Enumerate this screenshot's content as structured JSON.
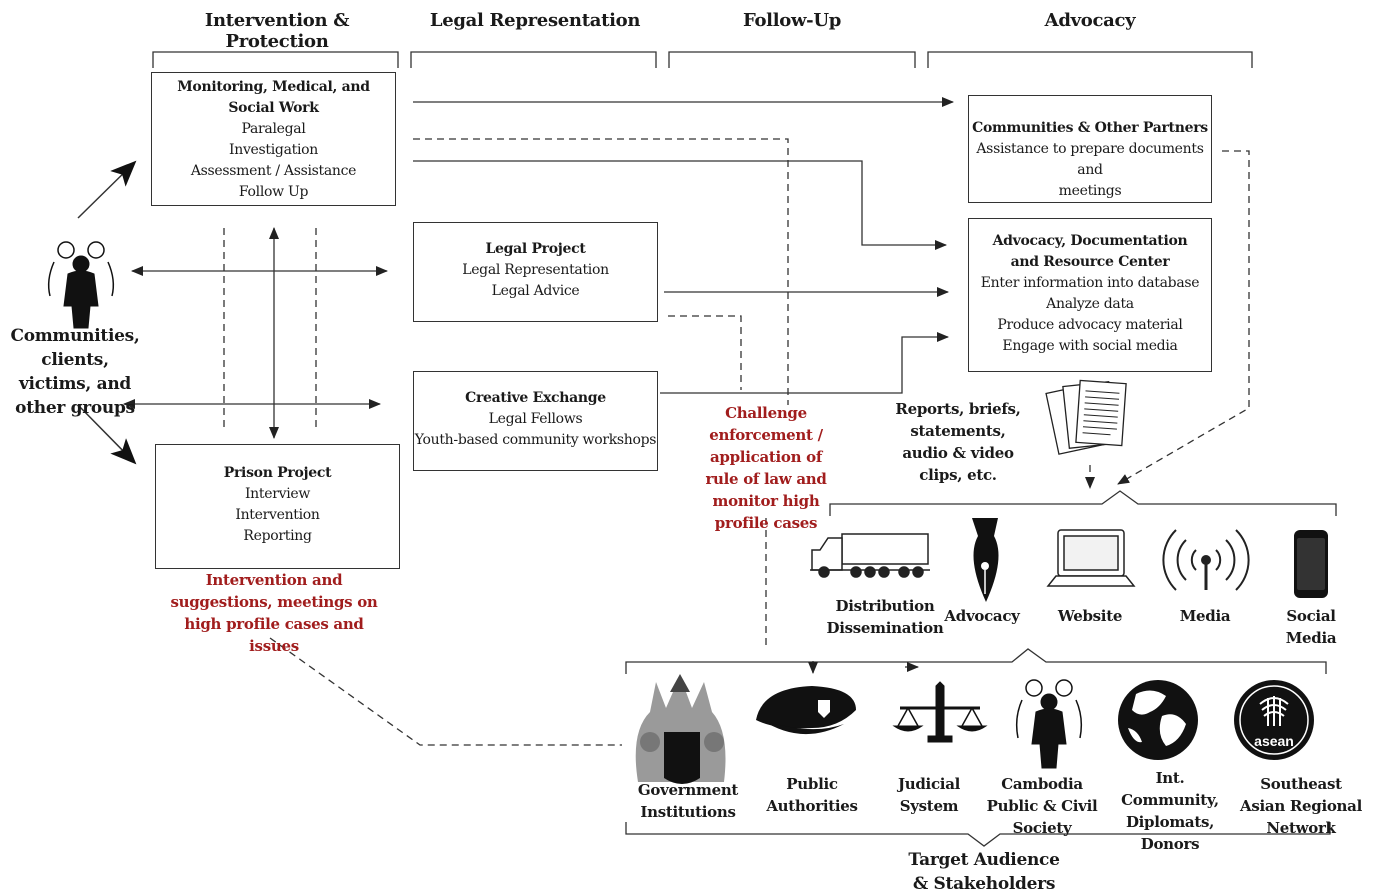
{
  "headers": {
    "intervention": "Intervention & Protection",
    "legal": "Legal Representation",
    "followup": "Follow-Up",
    "advocacy": "Advocacy"
  },
  "boxes": {
    "monitoring": {
      "title": "Monitoring, Medical, and Social Work",
      "lines": [
        "Paralegal",
        "Investigation",
        "Assessment  / Assistance",
        "Follow Up"
      ]
    },
    "legal_project": {
      "title": "Legal Project",
      "lines": [
        "Legal Representation",
        "Legal Advice"
      ]
    },
    "creative": {
      "title": "Creative Exchange",
      "lines": [
        "Legal Fellows",
        "Youth-based community workshops"
      ]
    },
    "prison": {
      "title": "Prison Project",
      "lines": [
        "Interview",
        "Intervention",
        "Reporting"
      ]
    },
    "partners": {
      "title": "Communities & Other Partners",
      "lines": [
        "Assistance to prepare documents and",
        "meetings"
      ]
    },
    "center": {
      "title": "Advocacy, Documentation and Resource Center",
      "lines": [
        "Enter information into database",
        "Analyze data",
        "Produce advocacy material",
        "Engage with social media"
      ]
    }
  },
  "labels": {
    "communities": "Communities, clients, victims, and other groups",
    "challenge": "Challenge enforcement / application of rule of law and monitor high profile cases",
    "intervention_note": "Intervention and suggestions, meetings on high profile cases and issues",
    "reports": "Reports, briefs, statements, audio & video clips, etc.",
    "target": "Target Audience & Stakeholders"
  },
  "channels": [
    {
      "label": "Distribution Dissemination",
      "icon": "truck-icon"
    },
    {
      "label": "Advocacy",
      "icon": "pen-nib-icon"
    },
    {
      "label": "Website",
      "icon": "laptop-icon"
    },
    {
      "label": "Media",
      "icon": "broadcast-icon"
    },
    {
      "label": "Social Media",
      "icon": "smartphone-icon"
    }
  ],
  "audiences": [
    {
      "label": "Government Institutions",
      "icon": "government-emblem-icon"
    },
    {
      "label": "Public Authorities",
      "icon": "police-cap-icon"
    },
    {
      "label": "Judicial System",
      "icon": "scales-icon"
    },
    {
      "label": "Cambodia Public & Civil Society",
      "icon": "people-icon"
    },
    {
      "label": "Int. Community, Diplomats, Donors",
      "icon": "globe-icon"
    },
    {
      "label": "Southeast Asian Regional Network",
      "icon": "asean-logo-icon"
    }
  ],
  "logo_text": {
    "asean": "asean"
  },
  "colors": {
    "red_text": "#a11d1d",
    "line": "#333333"
  }
}
